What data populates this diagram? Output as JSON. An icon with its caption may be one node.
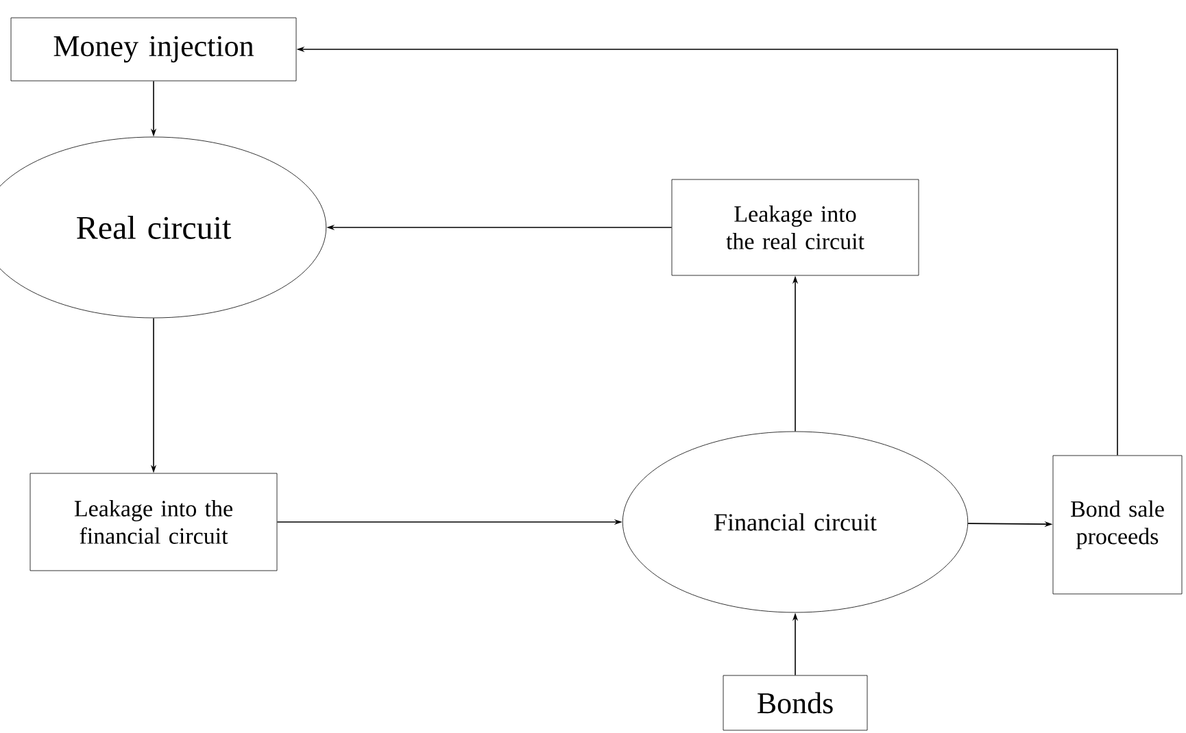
{
  "diagram": {
    "nodes": [
      {
        "text": [
          "Money injection"
        ]
      },
      {
        "text": [
          "Real circuit"
        ]
      },
      {
        "text": [
          "Leakage into the real circuit"
        ]
      },
      {
        "text": [
          "Leakage into the financial circuit"
        ]
      },
      {
        "text": [
          "Financial circuit"
        ]
      },
      {
        "text": [
          "Bond sale proceeds"
        ]
      },
      {
        "text": [
          "Bonds"
        ]
      }
    ],
    "edges": [
      {
        "from": 0,
        "to": 1,
        "arrow": "to"
      },
      {
        "from": 2,
        "to": 1,
        "arrow": "to"
      },
      {
        "from": 1,
        "to": 3,
        "arrow": "to"
      },
      {
        "from": 3,
        "to": 4,
        "arrow": "to"
      },
      {
        "from": 4,
        "to": 2,
        "arrow": "to"
      },
      {
        "from": 4,
        "to": 5,
        "arrow": "to"
      },
      {
        "from": 6,
        "to": 4,
        "arrow": "to"
      },
      {
        "from": 5,
        "to": 0,
        "arrow": "to"
      }
    ]
  }
}
